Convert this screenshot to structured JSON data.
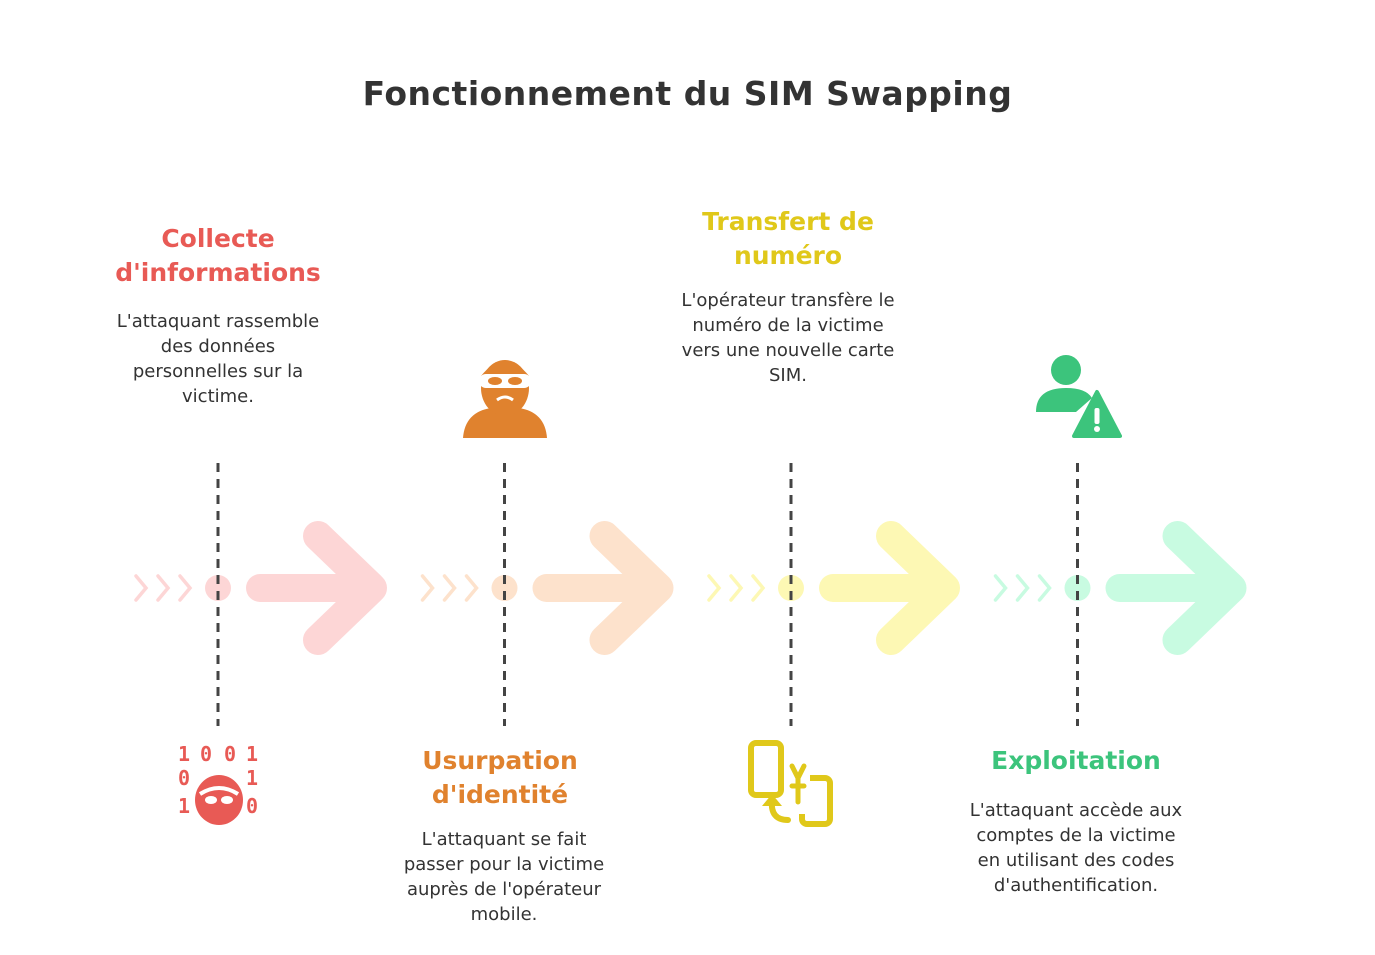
{
  "title": "Fonctionnement du SIM Swapping",
  "steps": [
    {
      "title": "Collecte d'informations",
      "description": "L'attaquant rassemble des données personnelles sur la victime.",
      "icon": "hacker-binary-icon",
      "color": "#e85a55",
      "pale": "#fdd6d6"
    },
    {
      "title": "Usurpation d'identité",
      "description": "L'attaquant se fait passer pour la victime auprès de l'opérateur mobile.",
      "icon": "masked-thief-icon",
      "color": "#e0822e",
      "pale": "#fde2cc"
    },
    {
      "title": "Transfert de numéro",
      "description": "L'opérateur transfère le numéro de la victime vers une nouvelle carte SIM.",
      "icon": "phone-transfer-icon",
      "color": "#e0c81a",
      "pale": "#fdf8b4"
    },
    {
      "title": "Exploitation",
      "description": "L'attaquant accède aux comptes de la victime en utilisant des codes d'authentification.",
      "icon": "user-warning-icon",
      "color": "#3cc47c",
      "pale": "#c8fbe1"
    }
  ],
  "binary_digits": [
    "1",
    "0",
    "0",
    "1",
    "0",
    "1",
    "1",
    "0"
  ]
}
